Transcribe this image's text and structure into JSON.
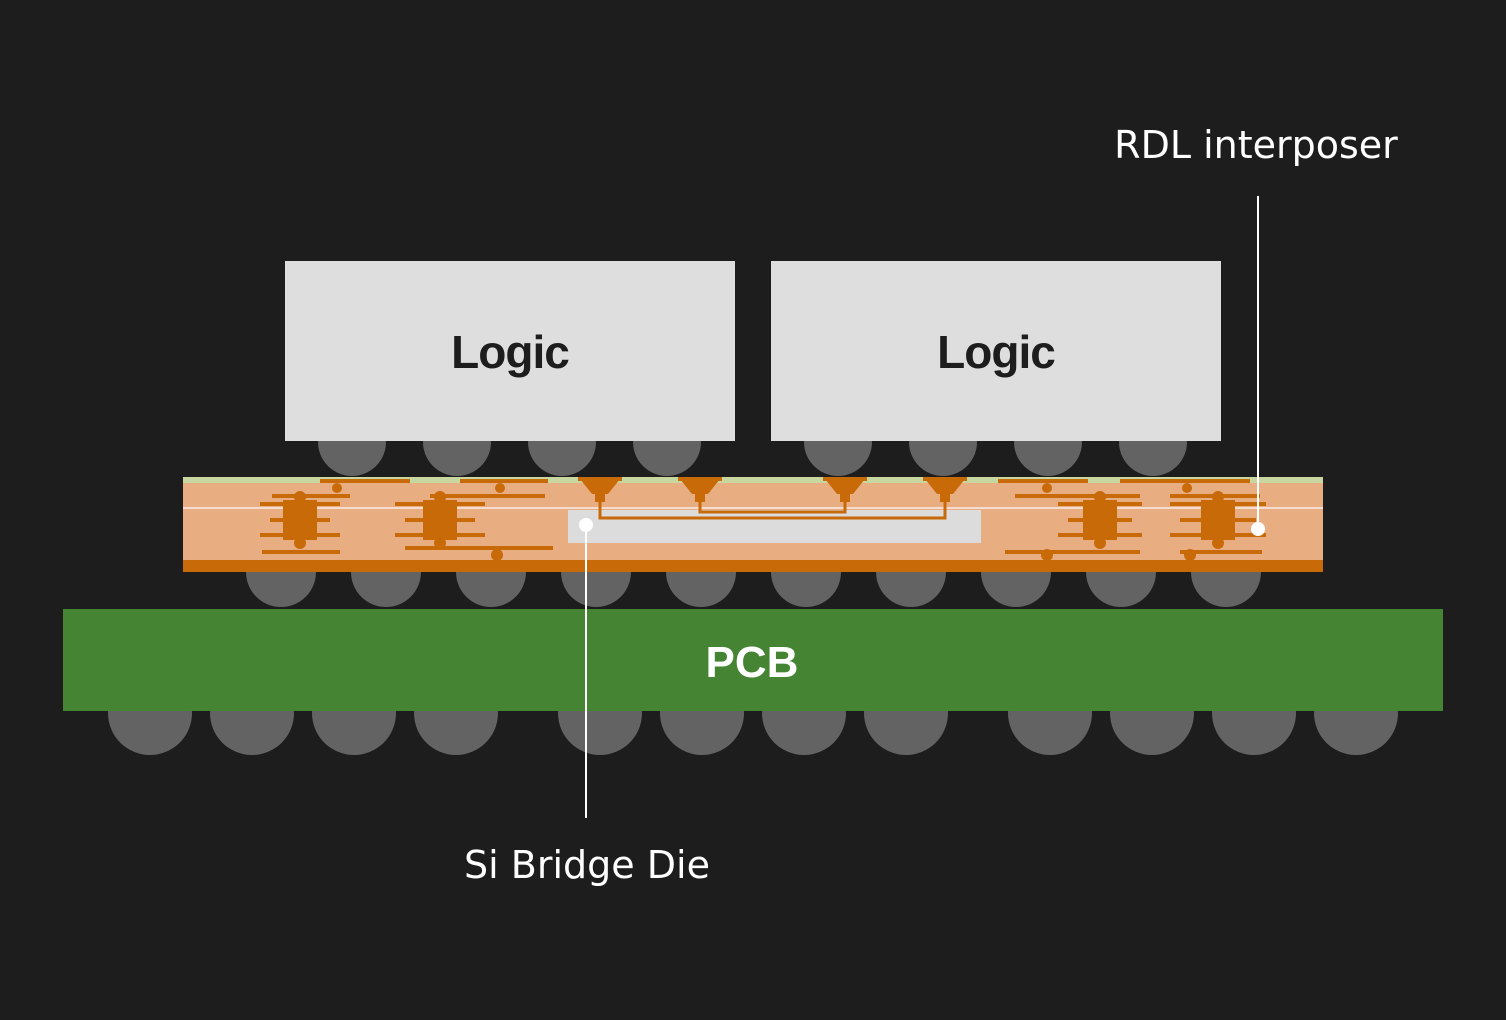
{
  "labels": {
    "die_left": "Logic",
    "die_right": "Logic",
    "pcb": "PCB",
    "rdl": "RDL interposer",
    "bridge": "Si Bridge Die"
  },
  "colors": {
    "background": "#1d1d1d",
    "die": "#dedede",
    "bump": "#636363",
    "interposer": "#e8ad80",
    "trace": "#c86a08",
    "top_layer": "#c8d6a0",
    "bridge": "#dcdcdc",
    "pcb": "#448433",
    "callout": "#ffffff"
  }
}
